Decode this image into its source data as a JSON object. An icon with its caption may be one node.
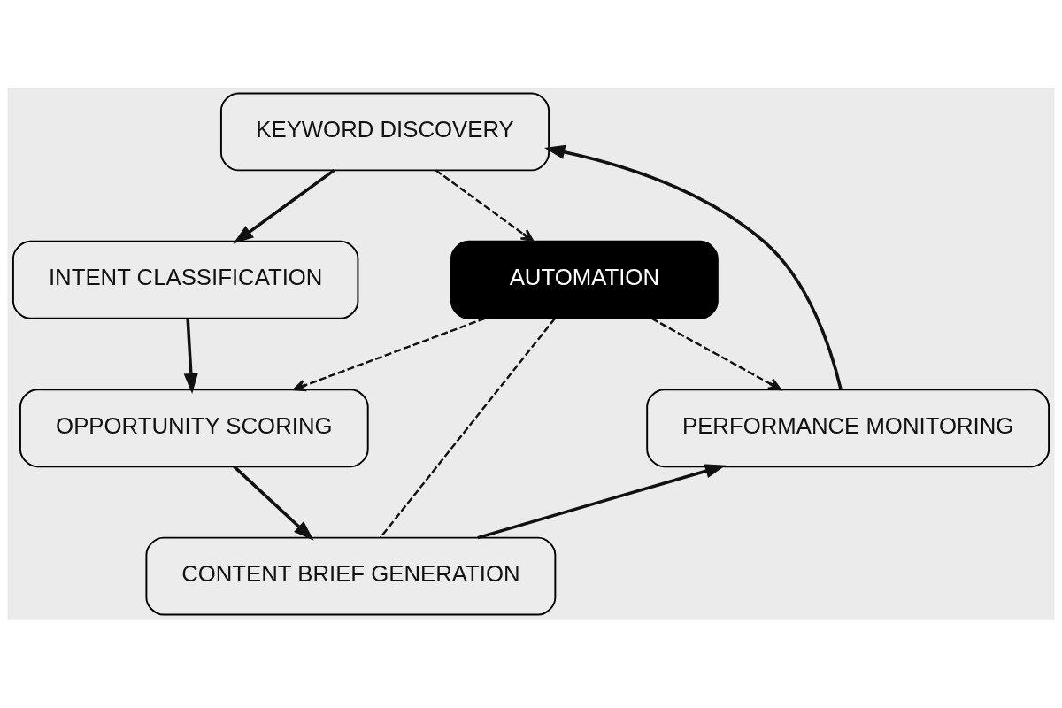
{
  "diagram": {
    "nodes": [
      {
        "text": [
          "KEYWORD DISCOVERY"
        ]
      },
      {
        "text": [
          "INTENT CLASSIFICATION"
        ]
      },
      {
        "text": [
          "OPPORTUNITY SCORING"
        ]
      },
      {
        "text": [
          "CONTENT BRIEF GENERATION"
        ]
      },
      {
        "text": [
          "PERFORMANCE MONITORING"
        ]
      },
      {
        "text": [
          "AUTOMATION"
        ]
      }
    ],
    "edges": [
      {
        "from": 0,
        "to": 1,
        "arrow": "to"
      },
      {
        "from": 1,
        "to": 2,
        "arrow": "to"
      },
      {
        "from": 2,
        "to": 3,
        "arrow": "to"
      },
      {
        "from": 3,
        "to": 4,
        "arrow": "to"
      },
      {
        "from": 4,
        "to": 0,
        "arrow": "to"
      },
      {
        "from": 0,
        "to": 5,
        "arrow": "to",
        "style": "dashed"
      },
      {
        "from": 5,
        "to": 4,
        "arrow": "to",
        "style": "dashed"
      },
      {
        "from": 5,
        "to": 2,
        "arrow": "to",
        "style": "dashed"
      },
      {
        "from": 5,
        "to": 3,
        "arrow": "none",
        "style": "dashed"
      }
    ]
  }
}
